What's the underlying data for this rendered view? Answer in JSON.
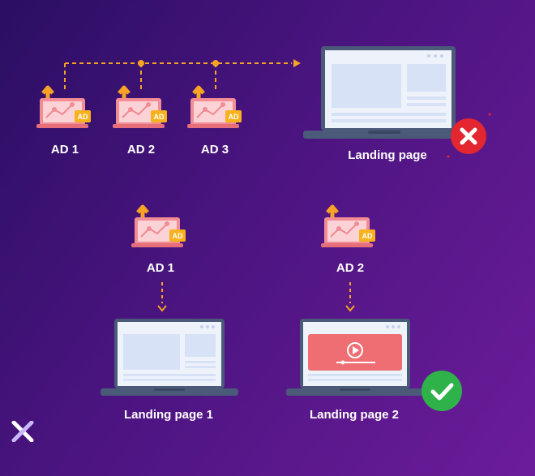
{
  "top_row": {
    "ads": [
      {
        "label": "AD 1",
        "badge": "AD"
      },
      {
        "label": "AD 2",
        "badge": "AD"
      },
      {
        "label": "AD 3",
        "badge": "AD"
      }
    ],
    "landing_label": "Landing page",
    "status": "error"
  },
  "bottom_row": {
    "ads": [
      {
        "label": "AD 1",
        "badge": "AD"
      },
      {
        "label": "AD 2",
        "badge": "AD"
      }
    ],
    "landing_pages": [
      {
        "label": "Landing page 1",
        "variant": "blocks"
      },
      {
        "label": "Landing page 2",
        "variant": "video",
        "status": "success"
      }
    ]
  },
  "colors": {
    "accent_orange": "#f7a325",
    "ad_pink": "#f28d96",
    "error_red": "#e3262f",
    "success_green": "#2fb24a",
    "screen_bg": "#eef2fb",
    "block_blue": "#d7e2f6",
    "laptop_frame": "#4a5a78",
    "video_red": "#ee6e73"
  },
  "icons": [
    "ad-chart-icon",
    "laptop-icon",
    "x-circle-icon",
    "check-circle-icon",
    "play-icon",
    "brand-logo-icon"
  ]
}
